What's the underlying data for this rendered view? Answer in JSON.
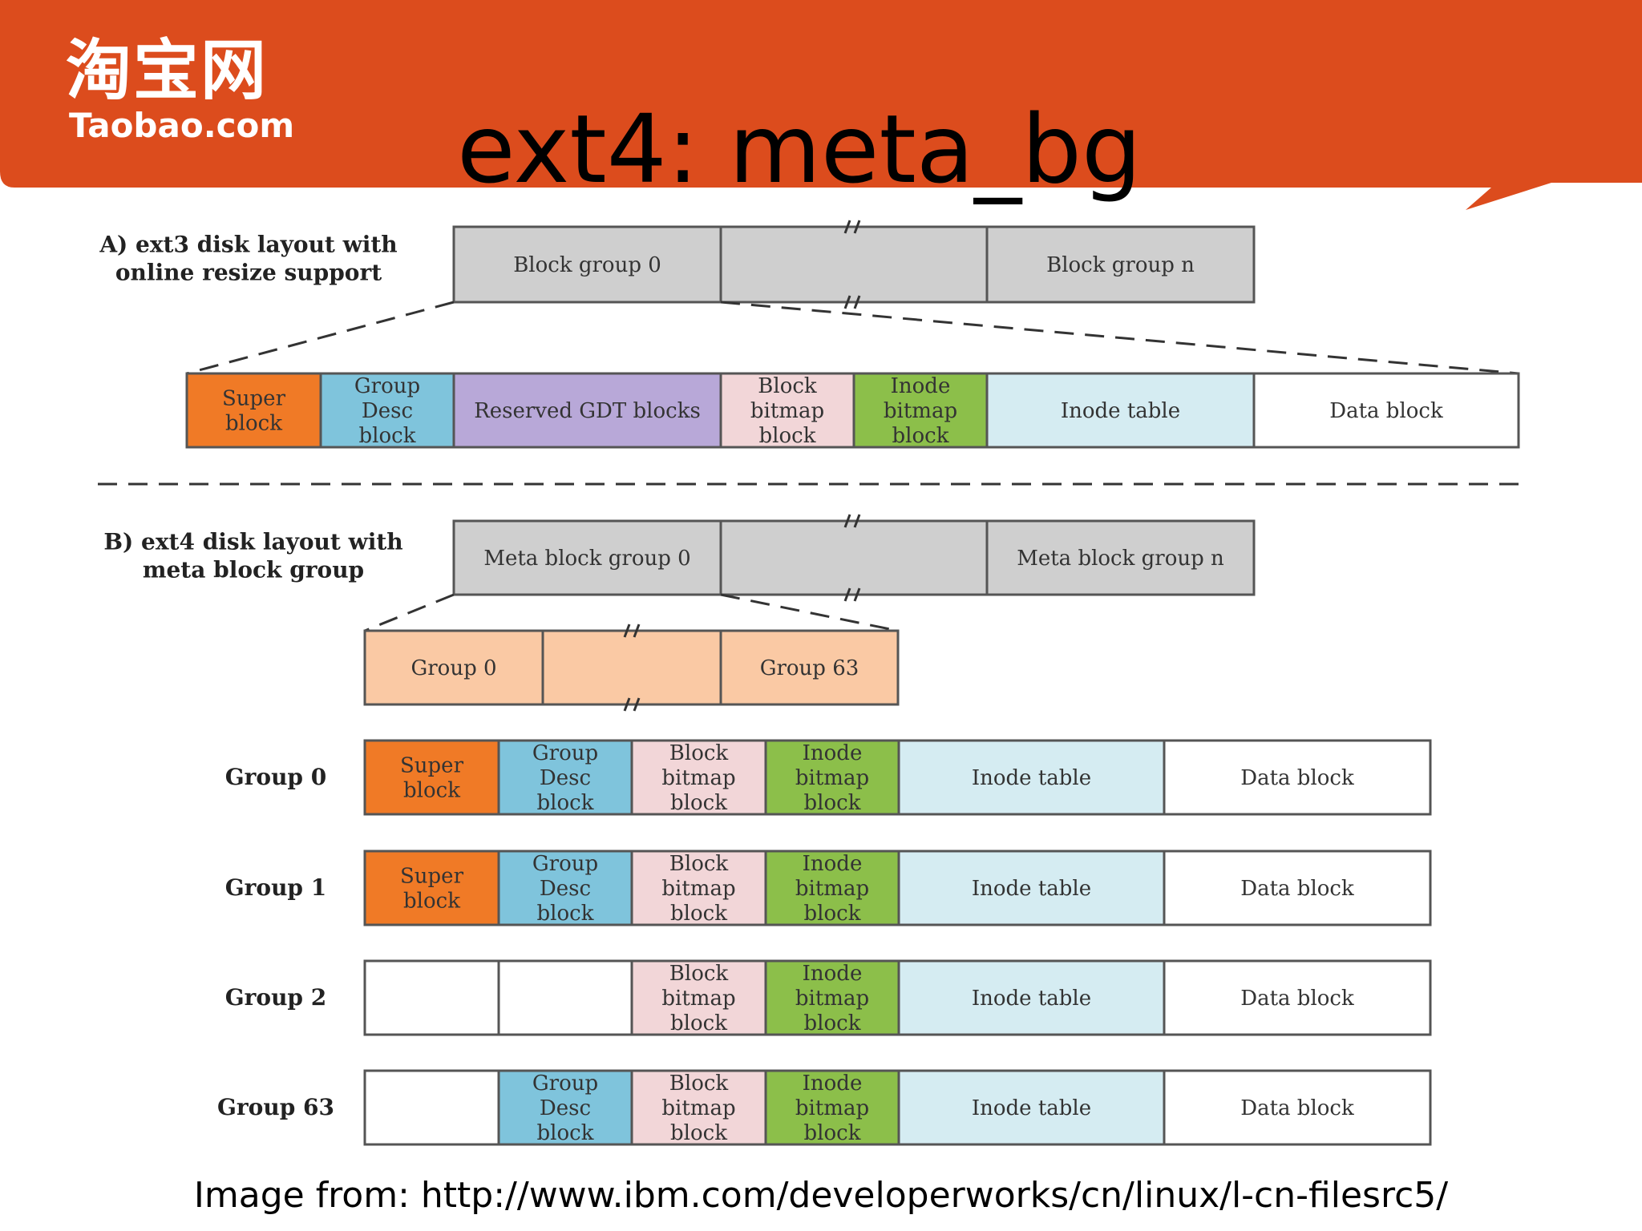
{
  "header": {
    "logo_cn": "淘宝网",
    "logo_en": "Taobao.com",
    "title": "ext4: meta_bg",
    "brand_color": "#dc4c1d"
  },
  "caption": "Image from: http://www.ibm.com/developerworks/cn/linux/l-cn-filesrc5/",
  "colors": {
    "super": "#f07a26",
    "gdesc": "#7fc4dc",
    "gdt": "#b8a8d8",
    "bbmp": "#f2d6d8",
    "ibmp": "#8cbf4a",
    "itable": "#d5ecf2",
    "data": "#ffffff",
    "group": "#cfcfcf",
    "meta": "#fac9a4"
  },
  "diagram": {
    "a_label": [
      "A) ext3 disk layout with",
      "online resize support"
    ],
    "a_groups": [
      "Block group 0",
      "",
      "Block group n"
    ],
    "a_layout": [
      {
        "label": [
          "Super",
          "block"
        ],
        "kind": "super"
      },
      {
        "label": [
          "Group",
          "Desc",
          "block"
        ],
        "kind": "gdesc"
      },
      {
        "label": [
          "Reserved GDT blocks"
        ],
        "kind": "gdt"
      },
      {
        "label": [
          "Block",
          "bitmap",
          "block"
        ],
        "kind": "bbmp"
      },
      {
        "label": [
          "Inode",
          "bitmap",
          "block"
        ],
        "kind": "ibmp"
      },
      {
        "label": [
          "Inode table"
        ],
        "kind": "itable"
      },
      {
        "label": [
          "Data block"
        ],
        "kind": "data"
      }
    ],
    "b_label": [
      "B) ext4 disk layout with",
      "meta block group"
    ],
    "b_groups": [
      "Meta block group 0",
      "",
      "Meta block group n"
    ],
    "b_subgroups": [
      "Group 0",
      "",
      "Group 63"
    ],
    "b_rows": [
      {
        "name": "Group 0",
        "cells": [
          {
            "label": [
              "Super",
              "block"
            ],
            "kind": "super"
          },
          {
            "label": [
              "Group",
              "Desc",
              "block"
            ],
            "kind": "gdesc"
          },
          {
            "label": [
              "Block",
              "bitmap",
              "block"
            ],
            "kind": "bbmp"
          },
          {
            "label": [
              "Inode",
              "bitmap",
              "block"
            ],
            "kind": "ibmp"
          },
          {
            "label": [
              "Inode table"
            ],
            "kind": "itable"
          },
          {
            "label": [
              "Data block"
            ],
            "kind": "data"
          }
        ]
      },
      {
        "name": "Group 1",
        "cells": [
          {
            "label": [
              "Super",
              "block"
            ],
            "kind": "super"
          },
          {
            "label": [
              "Group",
              "Desc",
              "block"
            ],
            "kind": "gdesc"
          },
          {
            "label": [
              "Block",
              "bitmap",
              "block"
            ],
            "kind": "bbmp"
          },
          {
            "label": [
              "Inode",
              "bitmap",
              "block"
            ],
            "kind": "ibmp"
          },
          {
            "label": [
              "Inode table"
            ],
            "kind": "itable"
          },
          {
            "label": [
              "Data block"
            ],
            "kind": "data"
          }
        ]
      },
      {
        "name": "Group 2",
        "cells": [
          {
            "label": [],
            "kind": "data"
          },
          {
            "label": [],
            "kind": "data"
          },
          {
            "label": [
              "Block",
              "bitmap",
              "block"
            ],
            "kind": "bbmp"
          },
          {
            "label": [
              "Inode",
              "bitmap",
              "block"
            ],
            "kind": "ibmp"
          },
          {
            "label": [
              "Inode table"
            ],
            "kind": "itable"
          },
          {
            "label": [
              "Data block"
            ],
            "kind": "data"
          }
        ]
      },
      {
        "name": "Group 63",
        "cells": [
          {
            "label": [],
            "kind": "data"
          },
          {
            "label": [
              "Group",
              "Desc",
              "block"
            ],
            "kind": "gdesc"
          },
          {
            "label": [
              "Block",
              "bitmap",
              "block"
            ],
            "kind": "bbmp"
          },
          {
            "label": [
              "Inode",
              "bitmap",
              "block"
            ],
            "kind": "ibmp"
          },
          {
            "label": [
              "Inode table"
            ],
            "kind": "itable"
          },
          {
            "label": [
              "Data block"
            ],
            "kind": "data"
          }
        ]
      }
    ]
  }
}
